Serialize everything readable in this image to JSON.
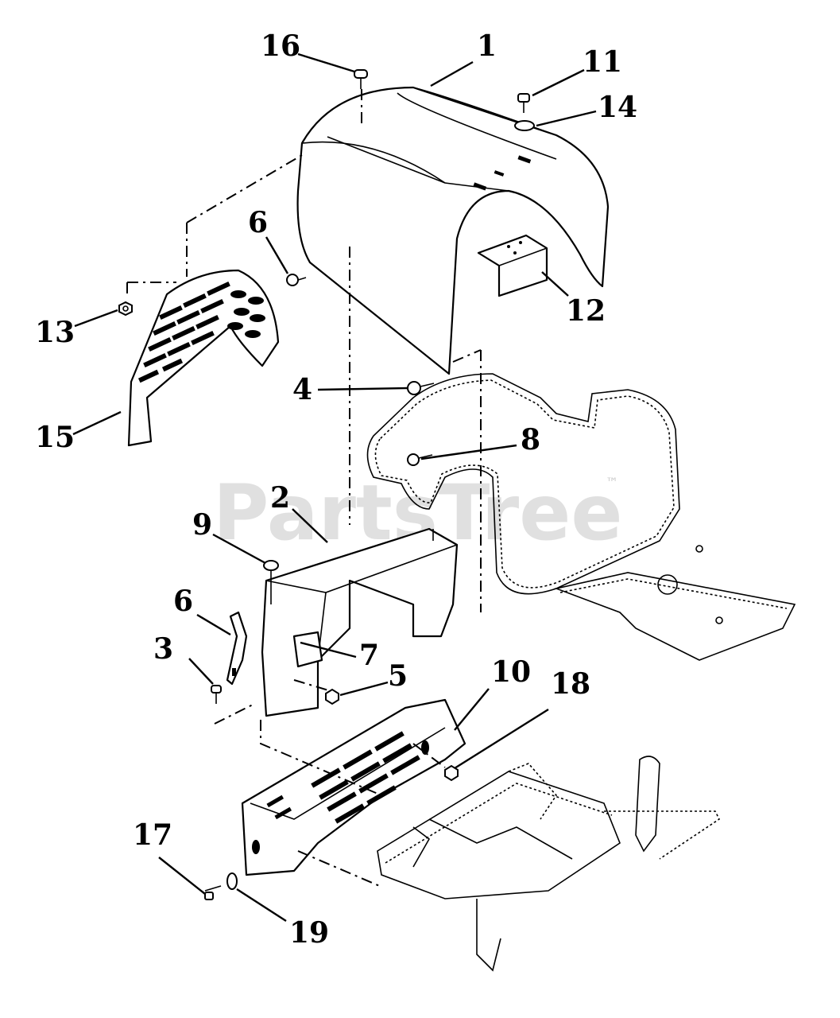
{
  "watermark": {
    "text": "PartsTree",
    "trademark": "™"
  },
  "callouts": [
    "1",
    "2",
    "3",
    "4",
    "5",
    "6",
    "6",
    "7",
    "8",
    "9",
    "10",
    "11",
    "12",
    "13",
    "14",
    "15",
    "16",
    "17",
    "18",
    "19"
  ]
}
